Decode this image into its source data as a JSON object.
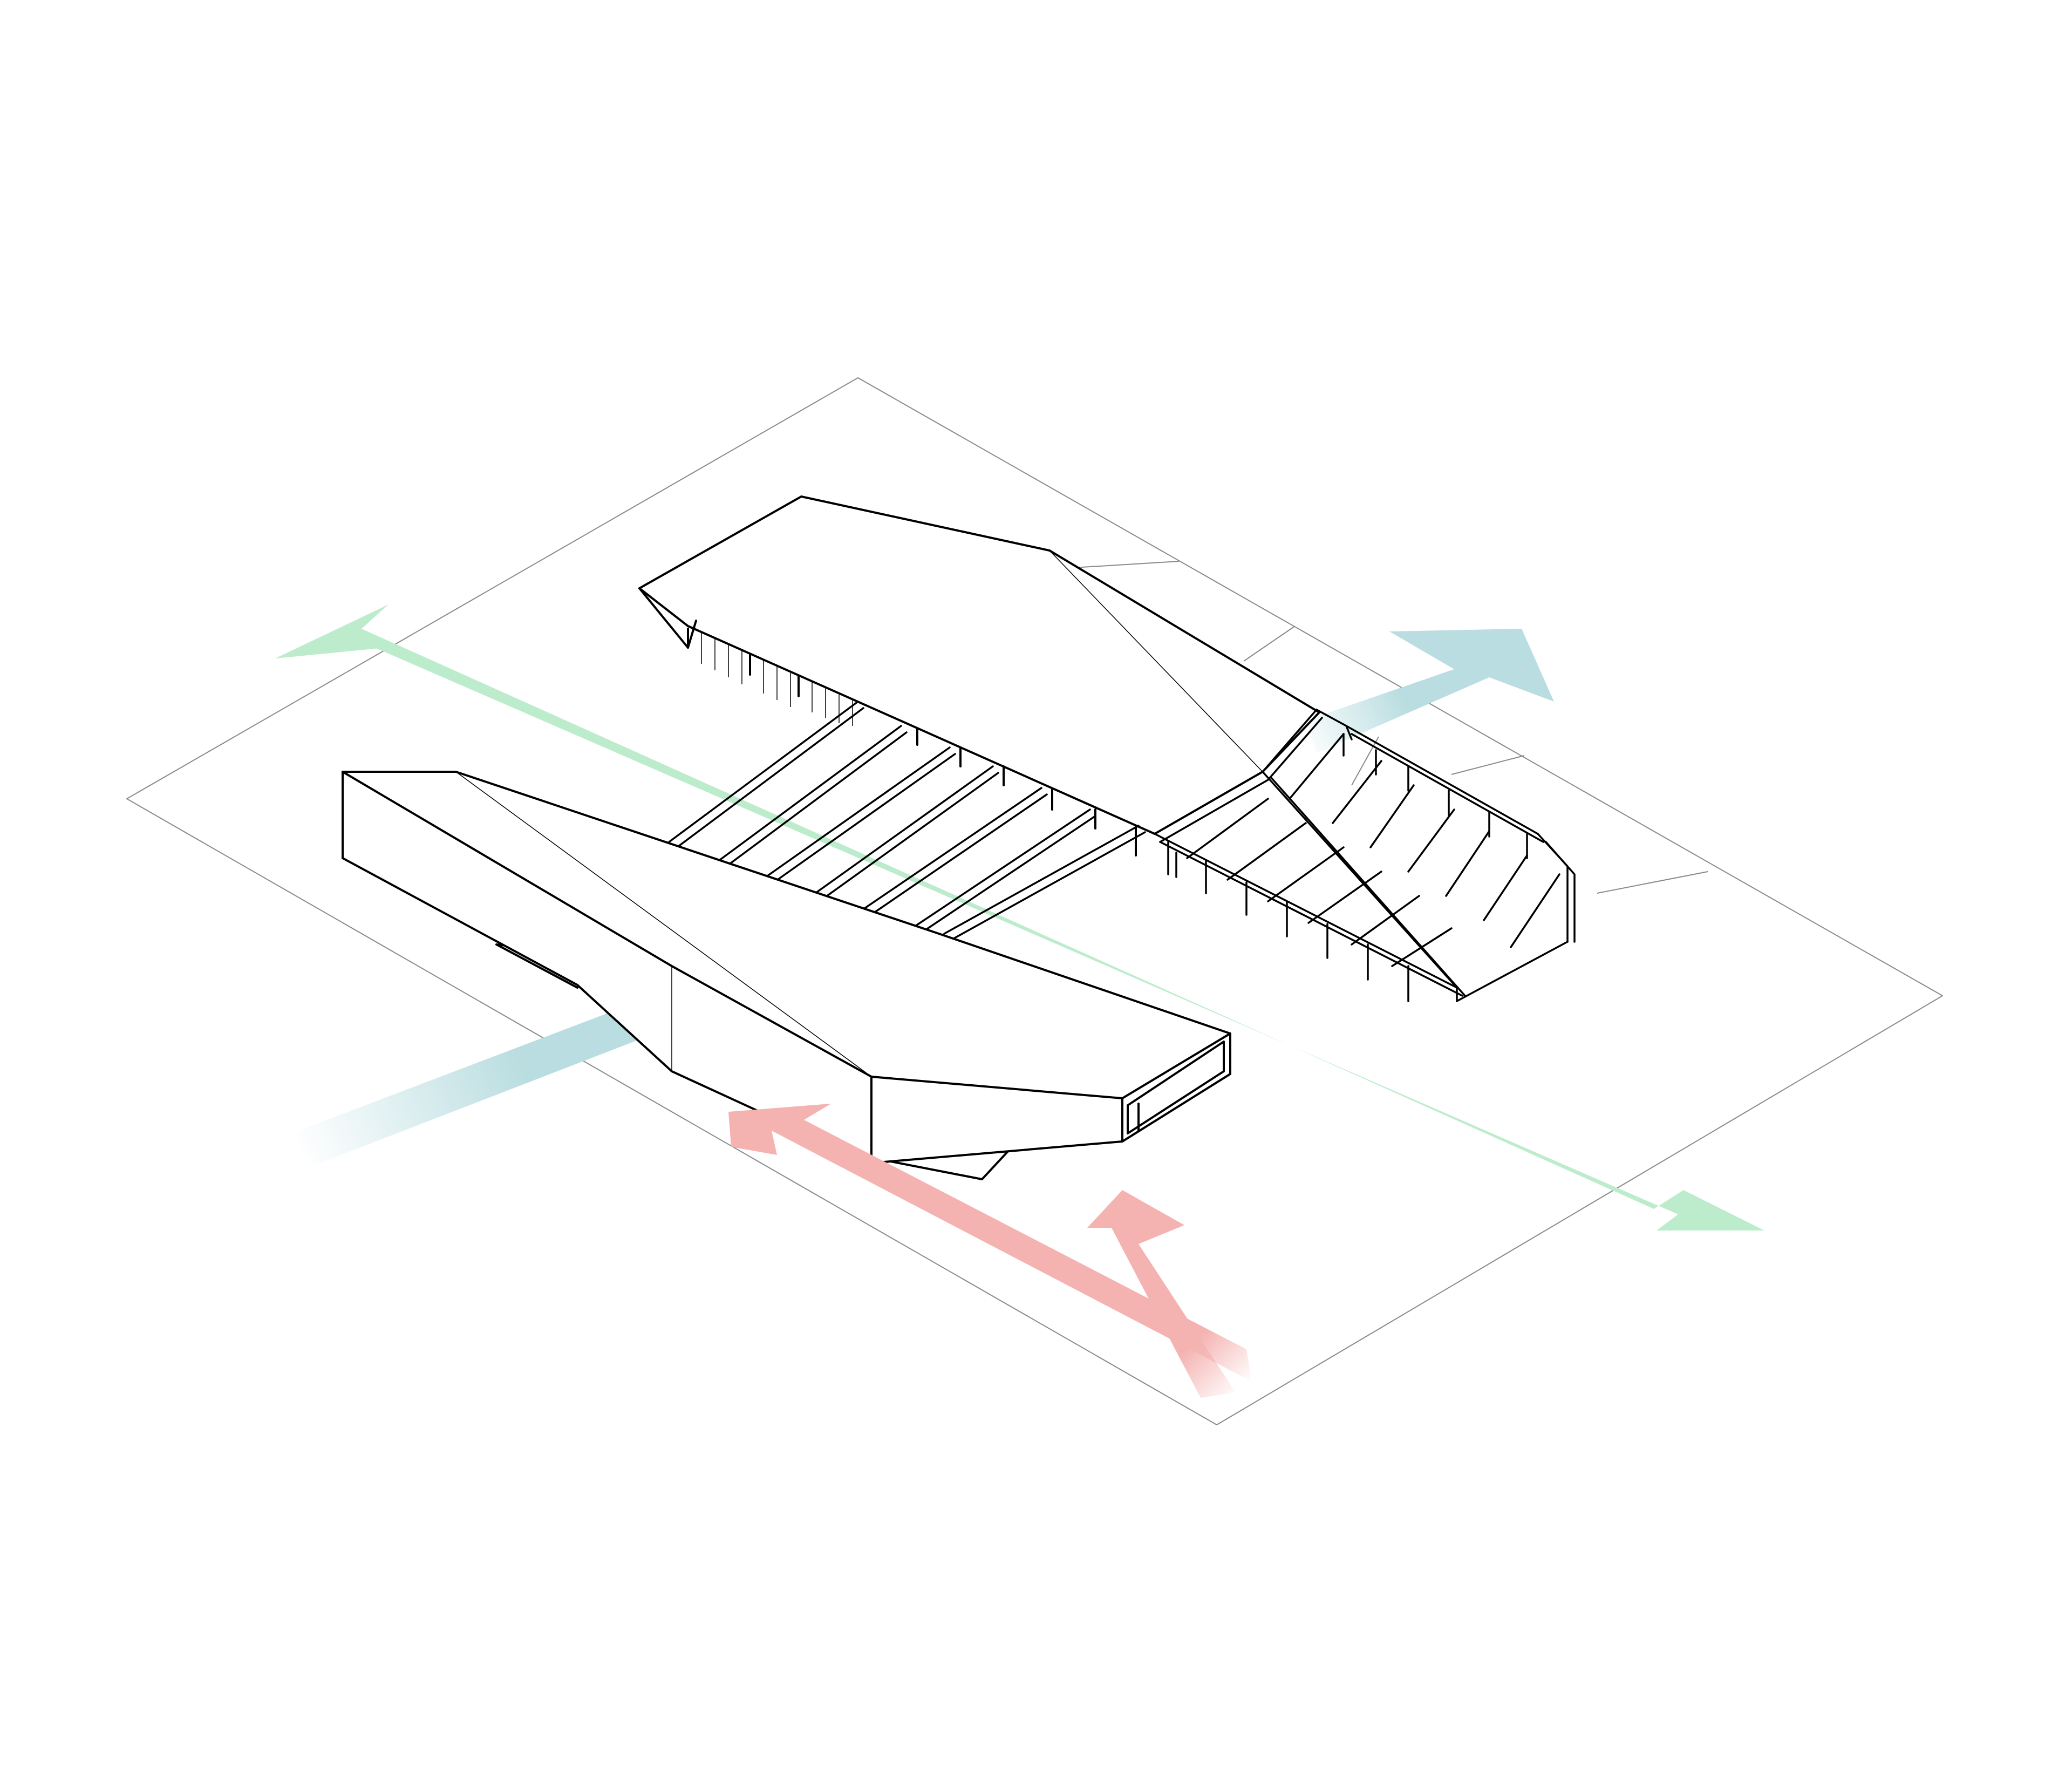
{
  "diagram": {
    "background": "#ffffff",
    "linework": "#000000",
    "site_outline": "#8a8a8a"
  },
  "flows": [
    {
      "id": "flow-green-axis",
      "color": "#bdeccc",
      "icon": "double-headed-arrow"
    },
    {
      "id": "flow-blue-axis",
      "color": "#b9dde0",
      "icon": "arrow"
    },
    {
      "id": "flow-red-left",
      "color": "#f4b3b1",
      "icon": "arrow"
    },
    {
      "id": "flow-red-right",
      "color": "#f4b3b1",
      "icon": "arrow"
    }
  ]
}
